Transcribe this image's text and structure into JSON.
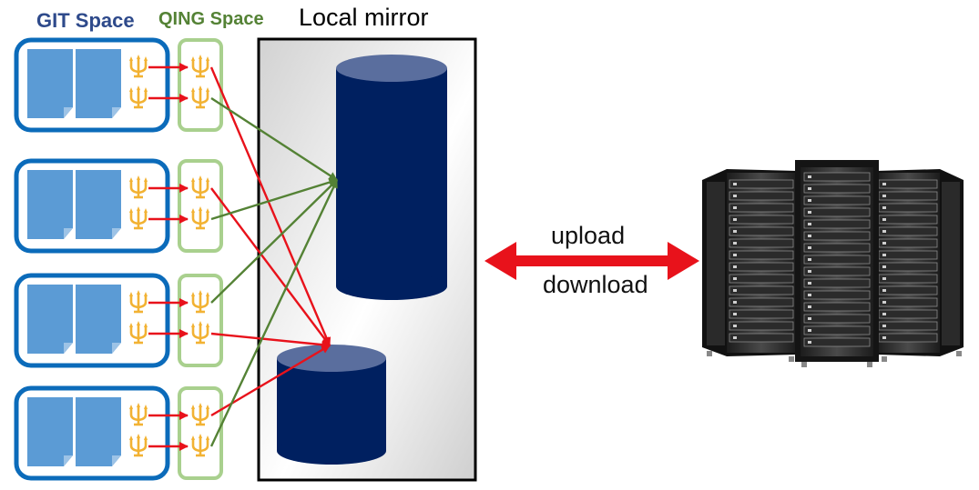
{
  "titles": {
    "git_space": "GIT Space",
    "qing_space": "QING Space",
    "local_mirror": "Local mirror"
  },
  "transfer": {
    "upload": "upload",
    "download": "download"
  },
  "groups": [
    {
      "git_icons": 2,
      "qing_icons": 2
    },
    {
      "git_icons": 2,
      "qing_icons": 2
    },
    {
      "git_icons": 2,
      "qing_icons": 2
    },
    {
      "git_icons": 2,
      "qing_icons": 2
    }
  ],
  "colors": {
    "git_space": "#2E4A8B",
    "qing_space": "#548235",
    "git_box_border": "#0B6BBA",
    "qing_box_border": "#A9D08E",
    "document_fill": "#5B9BD5",
    "cylinder_body": "#002060",
    "cylinder_top": "#5A6E9E",
    "red_arrow": "#E8121B",
    "green_arrow": "#548235",
    "trident_icon": "#F2B233"
  },
  "icons": {
    "trident": "trident-icon",
    "document": "document-icon",
    "server": "server-rack-icon",
    "database": "database-cylinder-icon"
  }
}
